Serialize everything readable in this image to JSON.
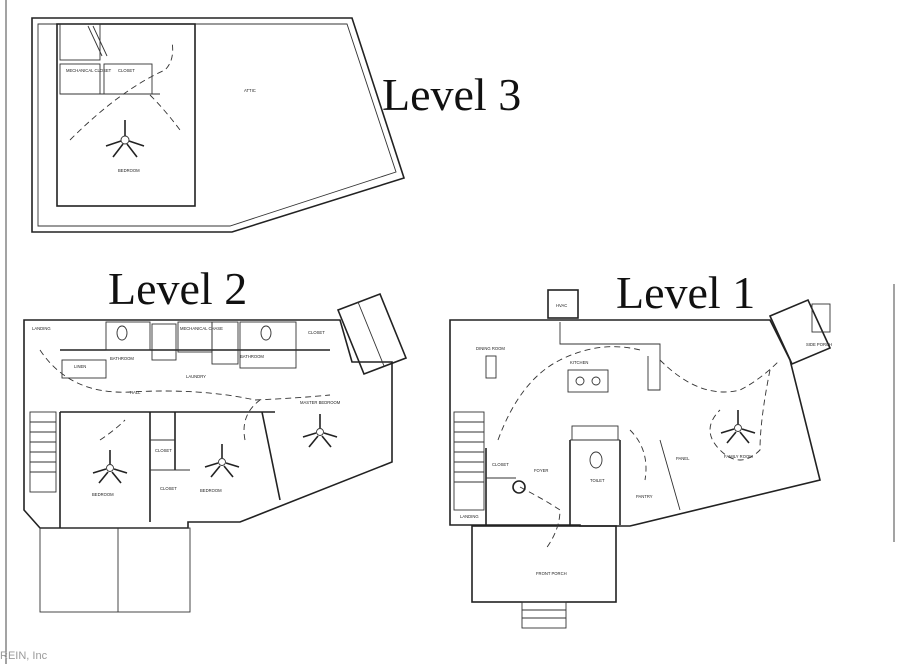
{
  "titles": {
    "level3": "Level 3",
    "level2": "Level 2",
    "level1": "Level 1"
  },
  "watermark": "REIN, Inc",
  "level3": {
    "rooms": [
      "MECHANICAL CLOSET",
      "CLOSET",
      "ATTIC",
      "BEDROOM"
    ]
  },
  "level2": {
    "rooms": [
      "LANDING",
      "LINEN",
      "BATHROOM",
      "MECHANICAL CHASE",
      "LAUNDRY",
      "BATHROOM",
      "CLOSET",
      "HALL",
      "MASTER BEDROOM",
      "CLOSET",
      "BEDROOM",
      "CLOSET",
      "BEDROOM"
    ]
  },
  "level1": {
    "rooms": [
      "HVAC",
      "DINING ROOM",
      "KITCHEN",
      "SIDE PORCH",
      "CLOSET",
      "FOYER",
      "TOILET",
      "PANEL",
      "FAMILY ROOM",
      "PANTRY",
      "LANDING",
      "FRONT PORCH"
    ]
  },
  "colors": {
    "line": "#222222",
    "background": "#ffffff"
  }
}
